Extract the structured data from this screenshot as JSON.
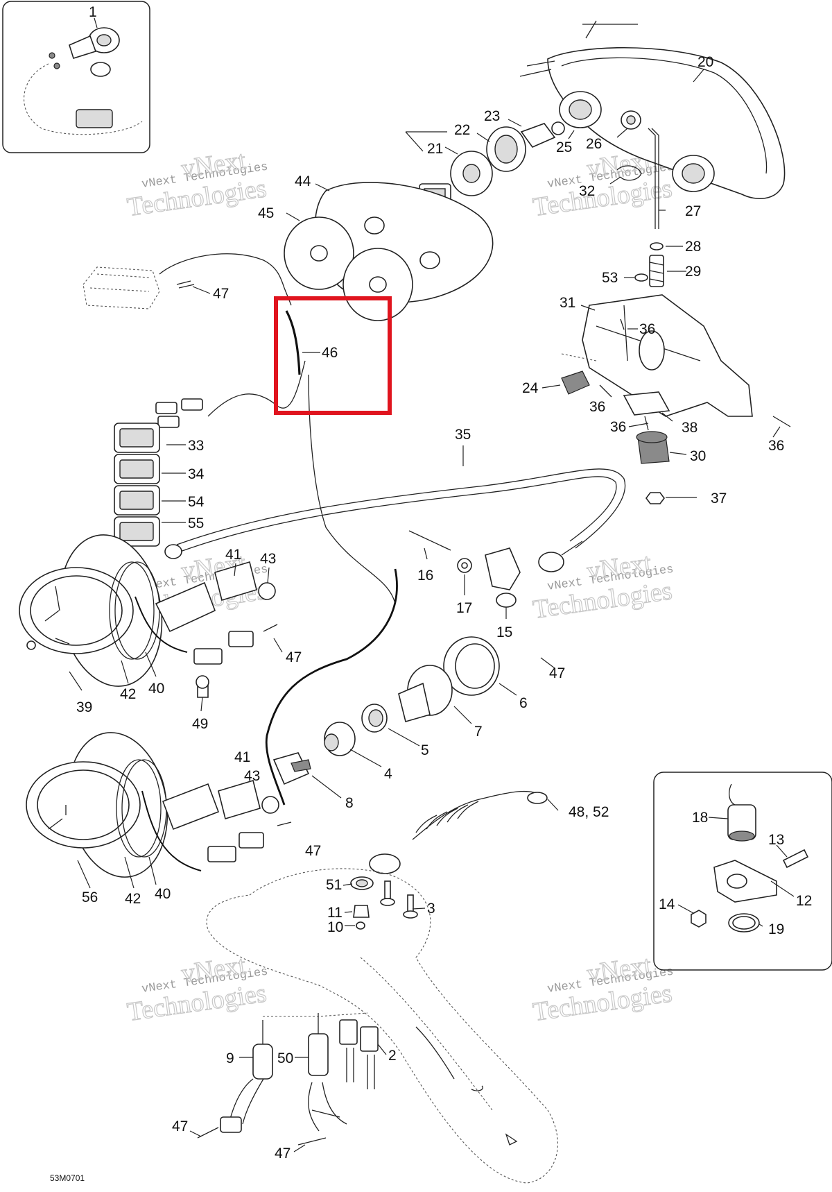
{
  "diagram_code": "53M0701",
  "watermark": {
    "line1": "vNext Technologies",
    "line2": "Technologies",
    "line3": "vNext"
  },
  "highlight": {
    "part_number": "46",
    "color": "#e0141e"
  },
  "callouts": [
    "1",
    "20",
    "23",
    "22",
    "21",
    "25",
    "26",
    "32",
    "27",
    "28",
    "29",
    "53",
    "31",
    "36",
    "24",
    "38",
    "30",
    "37",
    "44",
    "45",
    "47",
    "46",
    "35",
    "33",
    "34",
    "54",
    "55",
    "41",
    "43",
    "16",
    "17",
    "15",
    "39",
    "42",
    "40",
    "49",
    "6",
    "7",
    "5",
    "4",
    "8",
    "48, 52",
    "18",
    "13",
    "12",
    "14",
    "19",
    "56",
    "51",
    "11",
    "10",
    "3",
    "9",
    "50",
    "2"
  ]
}
